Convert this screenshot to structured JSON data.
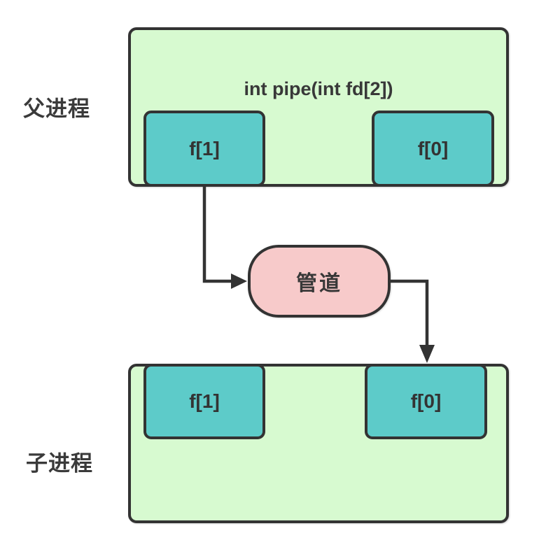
{
  "colors": {
    "process_fill": "#d7fad0",
    "fd_fill": "#5dcbc9",
    "pipe_fill": "#f7caca",
    "stroke": "#333333",
    "background": "#ffffff"
  },
  "labels": {
    "parent_process": "父进程",
    "child_process": "子进程"
  },
  "parent": {
    "title": "int pipe(int fd[2])",
    "fd_write": "f[1]",
    "fd_read": "f[0]"
  },
  "child": {
    "fd_write": "f[1]",
    "fd_read": "f[0]"
  },
  "pipe": {
    "label": "管道"
  }
}
